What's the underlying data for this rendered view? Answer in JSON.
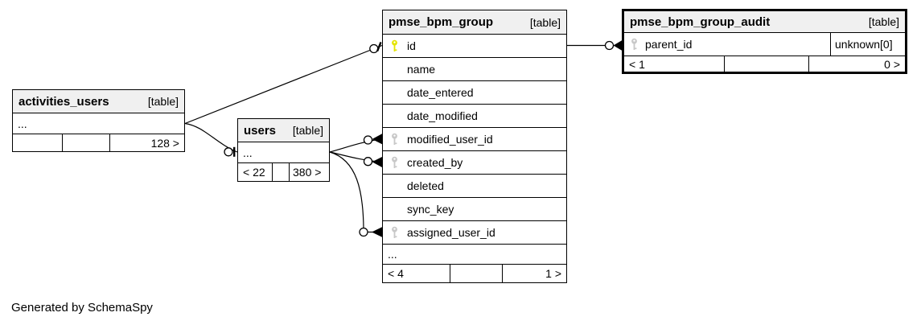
{
  "note": "Generated by SchemaSpy",
  "colors": {
    "header_bg": "#f0f0f0",
    "border": "#000000",
    "pk_key": "#e4e400",
    "fk_key": "#c8c8c8"
  },
  "tables": {
    "activities_users": {
      "name": "activities_users",
      "type": "[table]",
      "ellipsis": "...",
      "footer": [
        "",
        "",
        "128 >"
      ]
    },
    "users": {
      "name": "users",
      "type": "[table]",
      "ellipsis": "...",
      "footer": [
        "< 22",
        "",
        "380 >"
      ]
    },
    "pmse_bpm_group": {
      "name": "pmse_bpm_group",
      "type": "[table]",
      "columns": [
        {
          "name": "id",
          "key": "primary"
        },
        {
          "name": "name",
          "key": ""
        },
        {
          "name": "date_entered",
          "key": ""
        },
        {
          "name": "date_modified",
          "key": ""
        },
        {
          "name": "modified_user_id",
          "key": "foreign"
        },
        {
          "name": "created_by",
          "key": "foreign"
        },
        {
          "name": "deleted",
          "key": ""
        },
        {
          "name": "sync_key",
          "key": ""
        },
        {
          "name": "assigned_user_id",
          "key": "foreign"
        }
      ],
      "ellipsis": "...",
      "footer": [
        "< 4",
        "",
        "1 >"
      ]
    },
    "pmse_bpm_group_audit": {
      "name": "pmse_bpm_group_audit",
      "type": "[table]",
      "columns": [
        {
          "name": "parent_id",
          "key": "foreign",
          "attr": "unknown[0]"
        }
      ],
      "footer": [
        "< 1",
        "",
        "0 >"
      ]
    }
  }
}
